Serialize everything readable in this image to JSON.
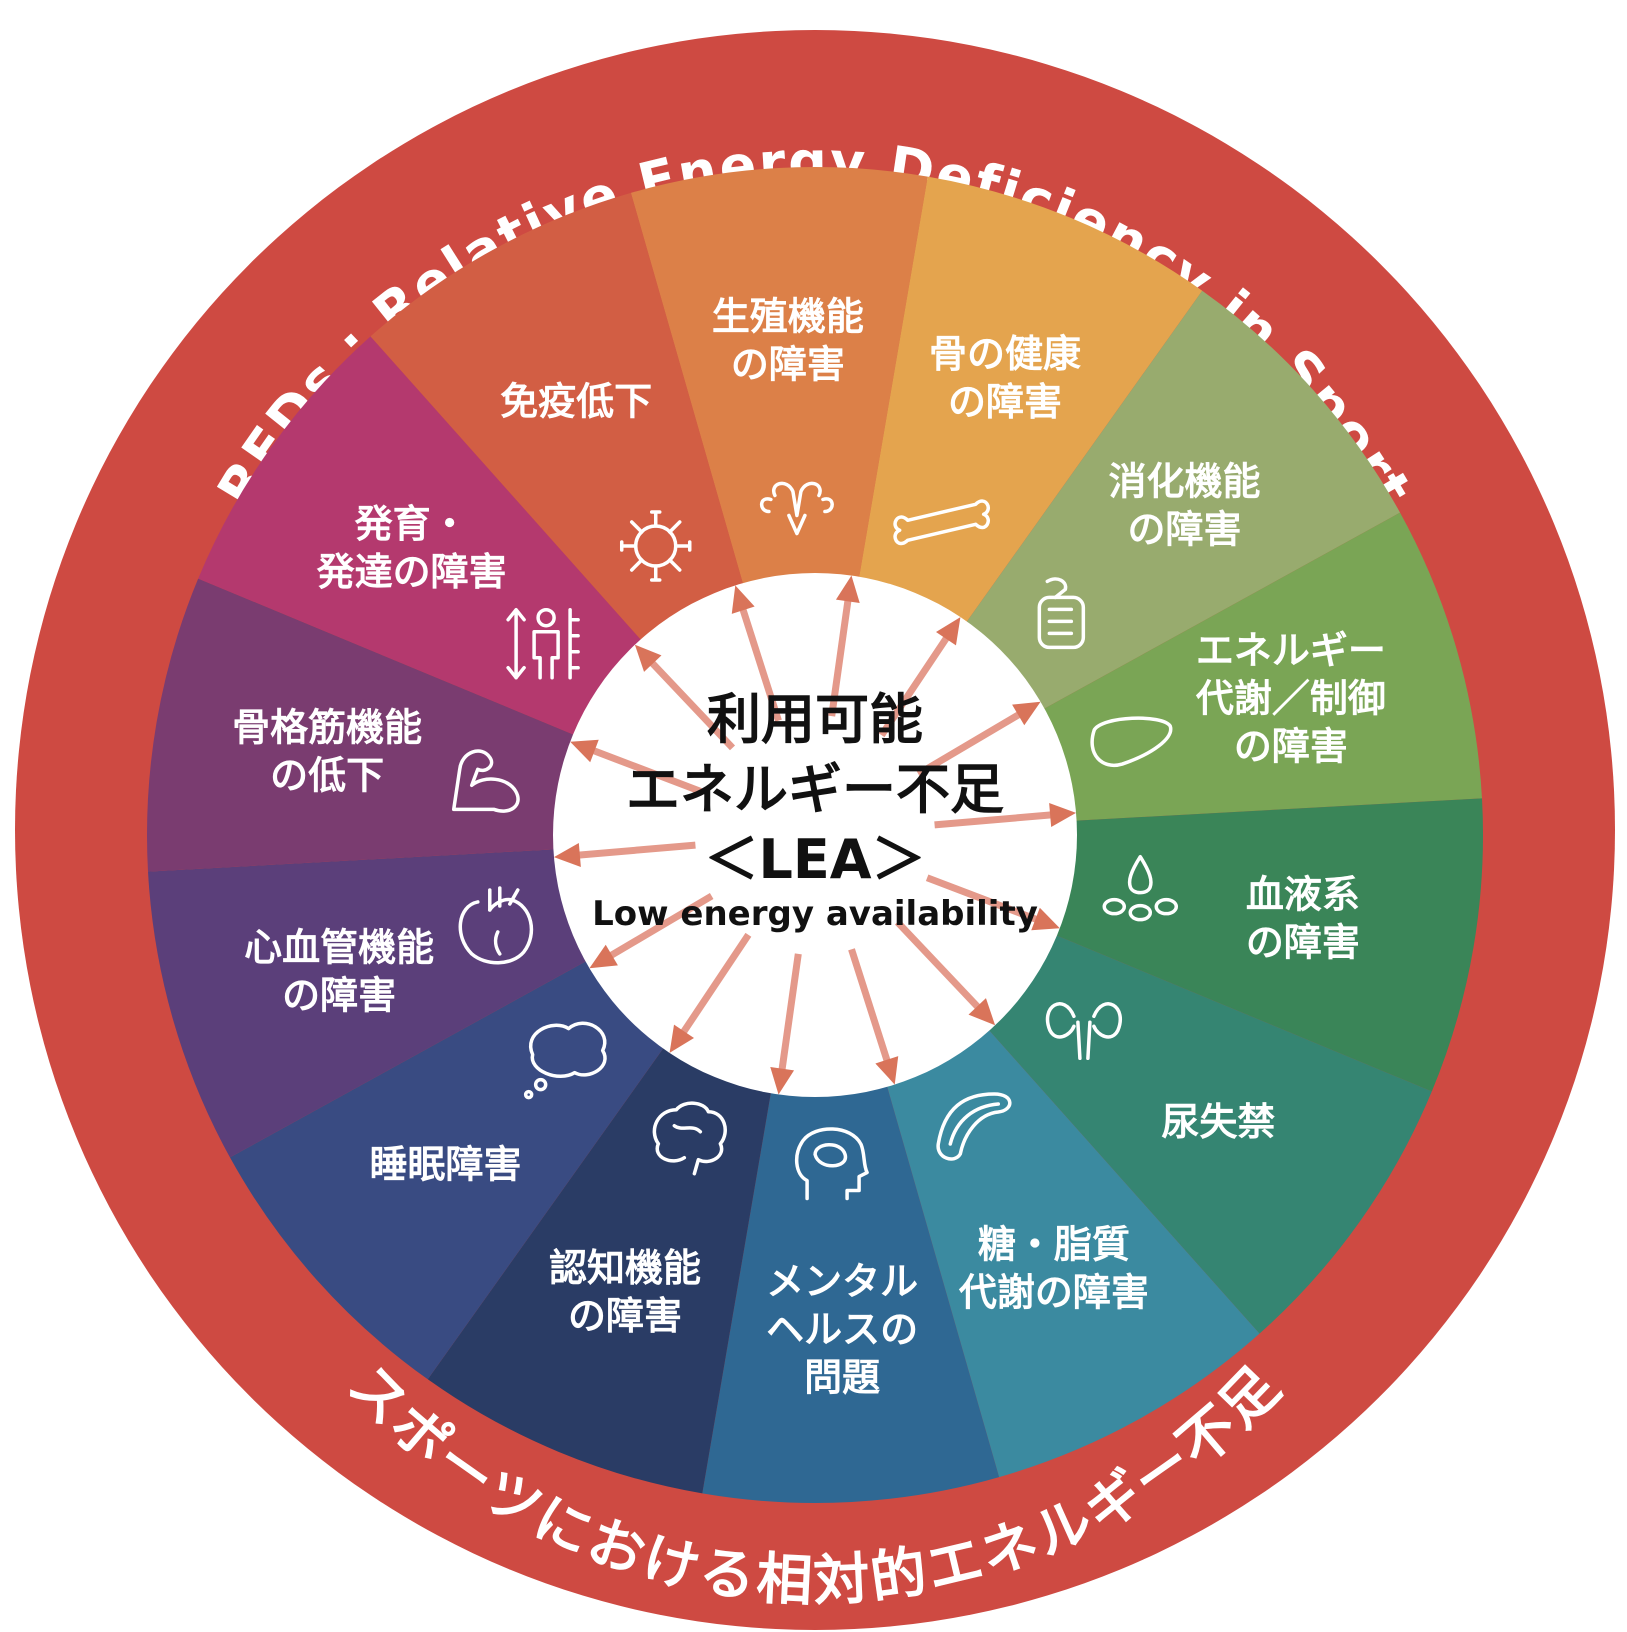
{
  "ring": {
    "top_text": "REDs : Relative Energy Deficiency in Sport",
    "bottom_text": "スポーツにおける相対的エネルギー不足",
    "color": "#CE4A42"
  },
  "center": {
    "line1": "利用可能",
    "line2": "エネルギー不足",
    "line3": "＜LEA＞",
    "line4": "Low energy availability"
  },
  "segments": [
    {
      "lines": [
        "生殖機能",
        "の障害"
      ],
      "color": "#DC8048",
      "icon": "uterus-icon"
    },
    {
      "lines": [
        "骨の健康",
        "の障害"
      ],
      "color": "#E4A44E",
      "icon": "bone-icon"
    },
    {
      "lines": [
        "消化機能",
        "の障害"
      ],
      "color": "#98AB6E",
      "icon": "intestine-icon"
    },
    {
      "lines": [
        "エネルギー",
        "代謝／制御",
        "の障害"
      ],
      "color": "#7AA555",
      "icon": "liver-icon"
    },
    {
      "lines": [
        "血液系",
        "の障害"
      ],
      "color": "#3A8558",
      "icon": "blood-drop-icon"
    },
    {
      "lines": [
        "尿失禁"
      ],
      "color": "#358572",
      "icon": "kidney-icon"
    },
    {
      "lines": [
        "糖・脂質",
        "代謝の障害"
      ],
      "color": "#3B8AA0",
      "icon": "pancreas-icon"
    },
    {
      "lines": [
        "メンタル",
        "ヘルスの",
        "問題"
      ],
      "color": "#2F6893",
      "icon": "head-brain-icon"
    },
    {
      "lines": [
        "認知機能",
        "の障害"
      ],
      "color": "#2A3C65",
      "icon": "brain-icon"
    },
    {
      "lines": [
        "睡眠障害"
      ],
      "color": "#394B82",
      "icon": "sleep-icon"
    },
    {
      "lines": [
        "心血管機能",
        "の障害"
      ],
      "color": "#5B3F7A",
      "icon": "heart-icon"
    },
    {
      "lines": [
        "骨格筋機能",
        "の低下"
      ],
      "color": "#7A3C70",
      "icon": "muscle-icon"
    },
    {
      "lines": [
        "発育・",
        "発達の障害"
      ],
      "color": "#B4396E",
      "icon": "growth-icon"
    },
    {
      "lines": [
        "免疫低下"
      ],
      "color": "#D25E44",
      "icon": "virus-icon"
    }
  ]
}
